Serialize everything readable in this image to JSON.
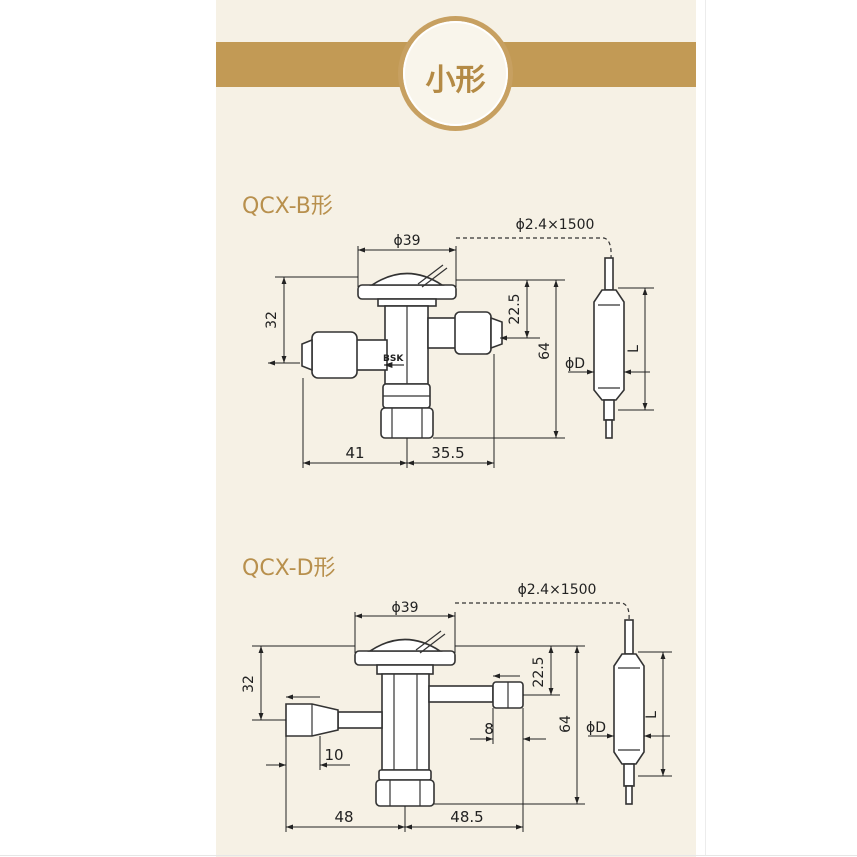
{
  "header": {
    "badge_text": "小形"
  },
  "qcx_b": {
    "title": "QCX-B形",
    "brand_mark": "BSK",
    "dims": {
      "body_diameter": "ϕ39",
      "capillary": "ϕ2.4×1500",
      "left_height": "32",
      "outlet_height": "22.5",
      "total_height": "64",
      "bulb_diameter": "ϕD",
      "bulb_length": "L",
      "left_width": "41",
      "right_width": "35.5"
    }
  },
  "qcx_d": {
    "title": "QCX-D形",
    "dims": {
      "body_diameter": "ϕ39",
      "capillary": "ϕ2.4×1500",
      "left_height": "32",
      "outlet_height": "22.5",
      "total_height": "64",
      "bulb_diameter": "ϕD",
      "bulb_length": "L",
      "outlet_stub": "8",
      "inlet_stub": "10",
      "left_width": "48",
      "right_width": "48.5"
    }
  }
}
